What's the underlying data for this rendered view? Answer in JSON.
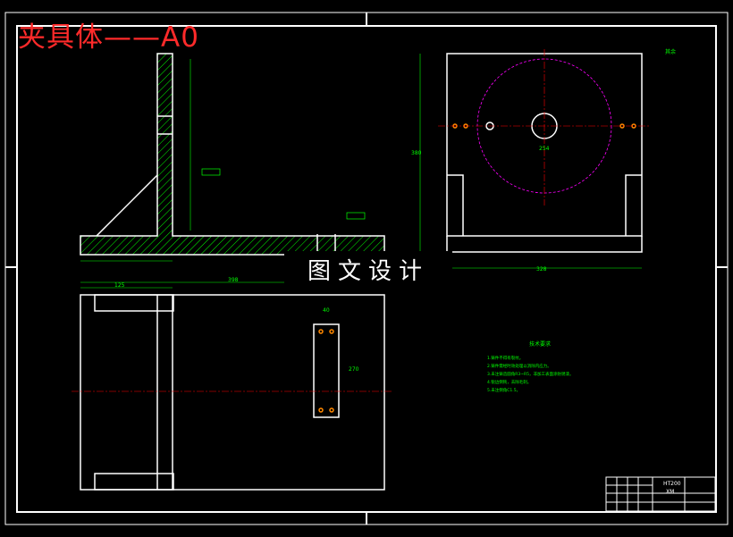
{
  "drawing": {
    "title": "夹具体——A0",
    "watermark": "图文设计",
    "material": "HT200",
    "scale_cell": "XM",
    "roughness_note": "其余",
    "tech_notes_title": "技术要求",
    "tech_notes": [
      "1.铸件不得有裂纹。",
      "2.铸件需经时效处理以消除内应力。",
      "3.未注铸造圆角R3~R5，非加工表面涂防锈漆。",
      "4.锐边倒钝，去除毛刺。",
      "5.未注倒角C1.5。"
    ],
    "dimensions": {
      "top_view_width": "328",
      "top_view_height": "380",
      "hole_center": "254",
      "side_len": "398",
      "side_offset": "125",
      "slot_w": "40",
      "slot_h": "270"
    },
    "colors": {
      "background": "#000000",
      "frame": "#ffffff",
      "dimension": "#00ff00",
      "centerline": "#ff0000",
      "hatch": "#00ff00",
      "title": "#ff2a2a",
      "circle": "#ff00ff"
    }
  }
}
